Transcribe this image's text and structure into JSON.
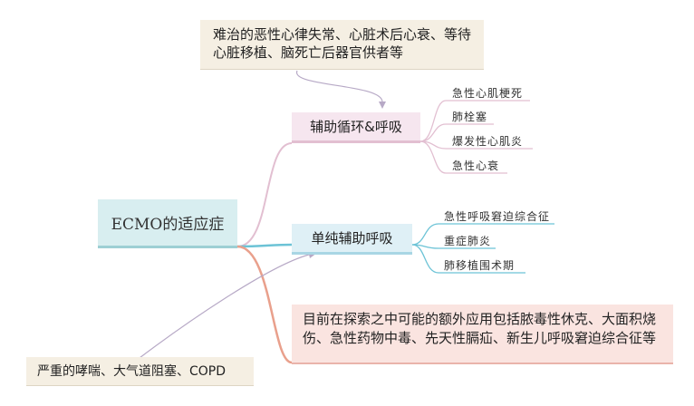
{
  "root": {
    "label": "ECMO的适应症"
  },
  "notes": {
    "top": "难治的恶性心律失常、心脏术后心衰、等待心脏移植、脑死亡后器官供者等",
    "bottom": "严重的哮喘、大气道阻塞、COPD"
  },
  "branches": {
    "circ_resp": {
      "label": "辅助循环&呼吸",
      "leaves": [
        "急性心肌梗死",
        "肺栓塞",
        "爆发性心肌炎",
        "急性心衰"
      ]
    },
    "resp": {
      "label": "单纯辅助呼吸",
      "leaves": [
        "急性呼吸窘迫综合征",
        "重症肺炎",
        "肺移植围术期"
      ]
    },
    "other": {
      "label": "目前在探索之中可能的额外应用包括脓毒性休克、大面积烧伤、急性药物中毒、先天性膈疝、新生儿呼吸窘迫综合征等"
    }
  },
  "colors": {
    "circ_resp_line": "#e2bfd1",
    "resp_line": "#6cc3d6",
    "other_line": "#e9a08c",
    "note_line": "#b7a9c6"
  }
}
